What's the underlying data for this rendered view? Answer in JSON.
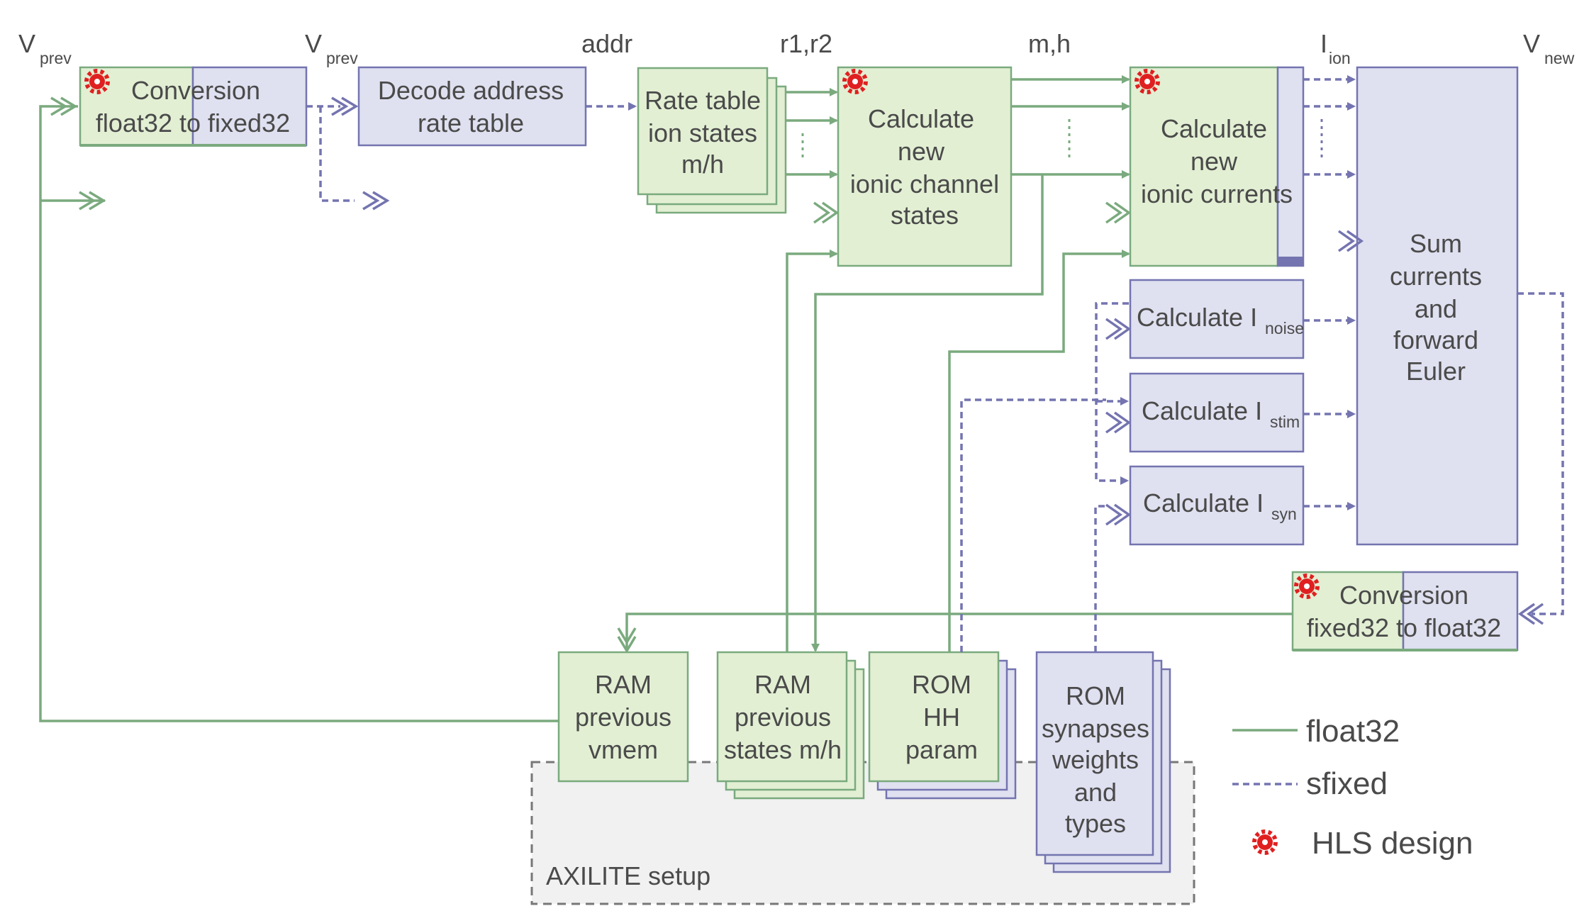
{
  "colors": {
    "float32": "#7aaa7e",
    "sfixed": "#7474b0",
    "green_fill": "#e2efd3",
    "blue_fill": "#dfe0f0",
    "hls": "#e02020"
  },
  "labels": {
    "vprev1": {
      "main": "V",
      "sub": "prev"
    },
    "vprev2": {
      "main": "V",
      "sub": "prev"
    },
    "addr": "addr",
    "r1r2": "r1,r2",
    "mh": "m,h",
    "iion": {
      "main": "I",
      "sub": "ion"
    },
    "vnew": {
      "main": "V",
      "sub": "new"
    }
  },
  "blocks": {
    "conv1": [
      "Conversion",
      "float32 to fixed32"
    ],
    "decode": [
      "Decode address",
      "rate table"
    ],
    "rate": [
      "Rate table",
      "ion states",
      "m/h"
    ],
    "states": [
      "Calculate",
      "new",
      "ionic channel",
      "states"
    ],
    "currents": [
      "Calculate",
      "new",
      "ionic currents"
    ],
    "inoise": {
      "main": "Calculate I",
      "sub": "noise"
    },
    "istim": {
      "main": "Calculate I",
      "sub": "stim"
    },
    "isyn": {
      "main": "Calculate I",
      "sub": "syn"
    },
    "sum": [
      "Sum",
      "currents",
      "and",
      "forward",
      "Euler"
    ],
    "conv2": [
      "Conversion",
      "fixed32 to float32"
    ],
    "ram_vmem": [
      "RAM",
      "previous",
      "vmem"
    ],
    "ram_states": [
      "RAM",
      "previous",
      "states m/h"
    ],
    "rom_hh": [
      "ROM",
      "HH",
      "param"
    ],
    "rom_syn": [
      "ROM",
      "synapses",
      "weights",
      "and",
      "types"
    ]
  },
  "axilite": "AXILITE setup",
  "legend": {
    "float32": "float32",
    "sfixed": "sfixed",
    "hls": "HLS design"
  }
}
